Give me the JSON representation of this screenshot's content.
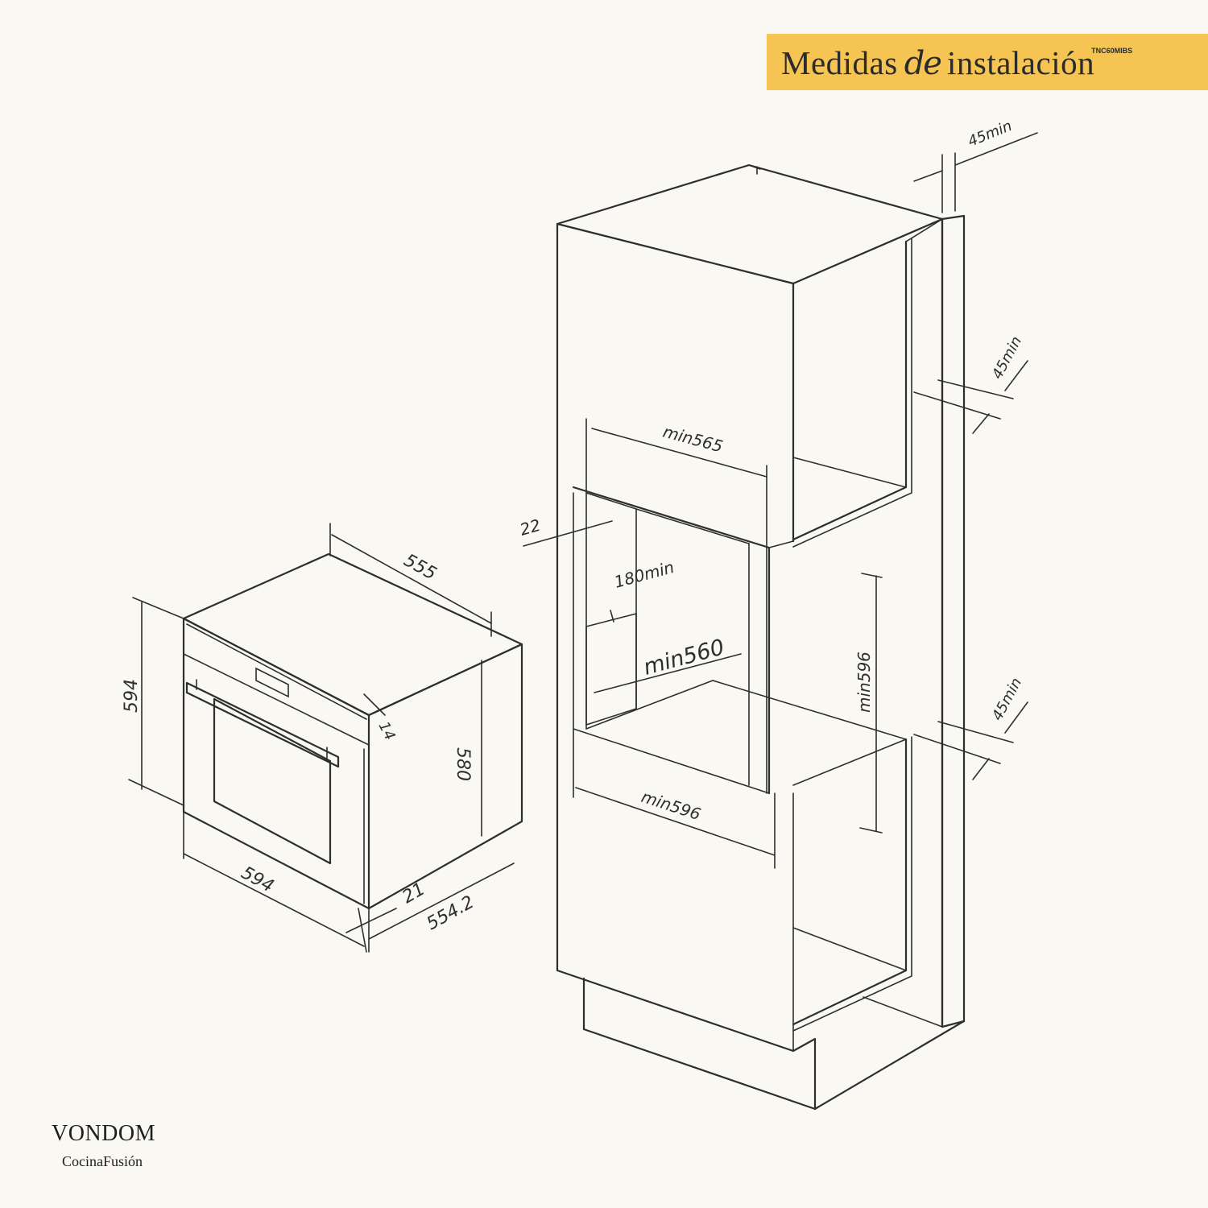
{
  "header": {
    "title_part1": "Medidas",
    "title_de": "de",
    "title_part2": "instalación",
    "model": "TNC60MIBS",
    "background_color": "#f5c453"
  },
  "oven_dimensions": {
    "depth_top": "555",
    "height_left": "594",
    "front_gap": "14",
    "height_body": "580",
    "width_front": "594",
    "door_thickness": "21",
    "depth_body": "554.2"
  },
  "cabinet_dimensions": {
    "top_gap": "45min",
    "side_gap_upper": "45min",
    "side_gap_lower": "45min",
    "inner_width_top": "min565",
    "side_offset": "22",
    "vent_height": "180min",
    "inner_depth": "min560",
    "niche_height": "min596",
    "niche_width": "min596"
  },
  "brand": {
    "name": "VONDOM",
    "subtitle": "CocinaFusión"
  },
  "colors": {
    "line": "#2e2e2e",
    "background": "#f9f8f3"
  }
}
